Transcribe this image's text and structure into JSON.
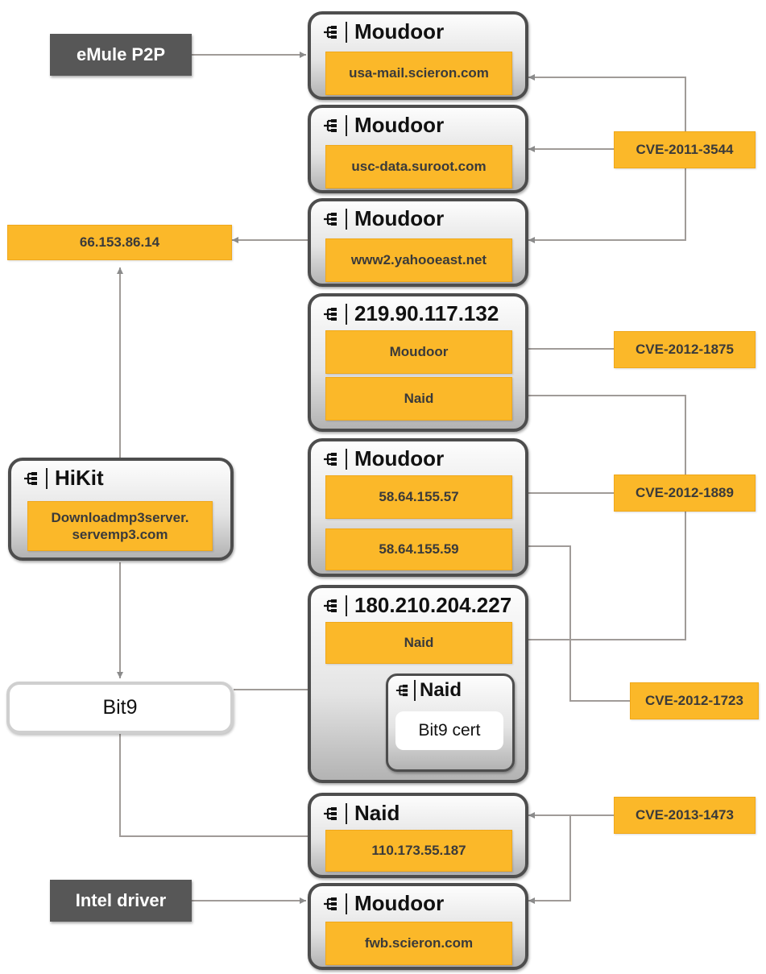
{
  "sources": {
    "emule": "eMule P2P",
    "intel": "Intel driver",
    "bit9": "Bit9",
    "ip": "66.153.86.14"
  },
  "cves": {
    "c1": "CVE-2011-3544",
    "c2": "CVE-2012-1875",
    "c3": "CVE-2012-1889",
    "c4": "CVE-2012-1723",
    "c5": "CVE-2013-1473"
  },
  "hikit": {
    "title": "HiKit",
    "domain_line1": "Downloadmp3server.",
    "domain_line2": "servemp3.com"
  },
  "groups": [
    {
      "title": "Moudoor",
      "items": [
        "usa-mail.scieron.com"
      ]
    },
    {
      "title": "Moudoor",
      "items": [
        "usc-data.suroot.com"
      ]
    },
    {
      "title": "Moudoor",
      "items": [
        "www2.yahooeast.net"
      ]
    },
    {
      "title": "219.90.117.132",
      "items": [
        "Moudoor",
        "Naid"
      ]
    },
    {
      "title": "Moudoor",
      "items": [
        "58.64.155.57",
        "58.64.155.59"
      ]
    },
    {
      "title": "180.210.204.227",
      "items": [
        "Naid"
      ],
      "inner": {
        "title": "Naid",
        "item": "Bit9 cert"
      }
    },
    {
      "title": "Naid",
      "items": [
        "110.173.55.187"
      ]
    },
    {
      "title": "Moudoor",
      "items": [
        "fwb.scieron.com"
      ]
    }
  ],
  "icon": "hierarchy-icon"
}
